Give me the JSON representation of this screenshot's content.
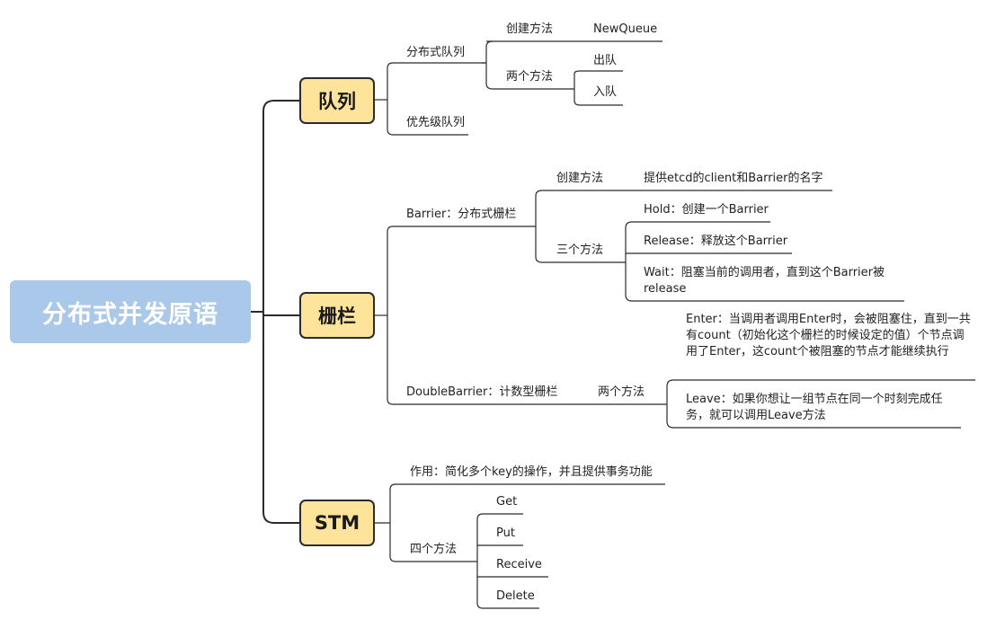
{
  "root": "分布式并发原语",
  "queue": {
    "label": "队列",
    "distributed": "分布式队列",
    "create_method": "创建方法",
    "new_queue": "NewQueue",
    "two_methods": "两个方法",
    "dequeue": "出队",
    "enqueue": "入队",
    "priority": "优先级队列"
  },
  "barrier": {
    "label": "栅栏",
    "distributed": "Barrier：分布式栅栏",
    "create_method": "创建方法",
    "create_desc": "提供etcd的client和Barrier的名字",
    "three_methods": "三个方法",
    "hold": "Hold：创建一个Barrier",
    "release": "Release：释放这个Barrier",
    "wait": "Wait：阻塞当前的调用者，直到这个Barrier被release",
    "double": "DoubleBarrier：计数型栅栏",
    "two_methods": "两个方法",
    "enter": "Enter：当调用者调用Enter时，会被阻塞住，直到一共有count（初始化这个栅栏的时候设定的值）个节点调用了Enter，这count个被阻塞的节点才能继续执行",
    "leave": "Leave：如果你想让一组节点在同一个时刻完成任务，就可以调用Leave方法"
  },
  "stm": {
    "label": "STM",
    "purpose": "作用：简化多个key的操作，并且提供事务功能",
    "four_methods": "四个方法",
    "get": "Get",
    "put": "Put",
    "receive": "Receive",
    "delete": "Delete"
  }
}
